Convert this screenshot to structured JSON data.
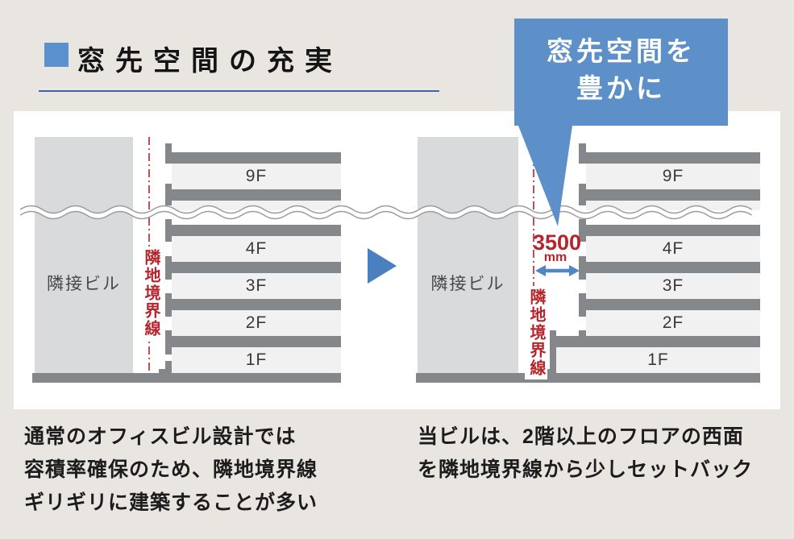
{
  "header": {
    "title": "窓先空間の充実"
  },
  "callout": {
    "line1": "窓先空間を",
    "line2": "豊かに"
  },
  "diagram_left": {
    "adjacent_building_label": "隣接ビル",
    "boundary_line_label": "隣地境界線",
    "floors": [
      "9F",
      "4F",
      "3F",
      "2F",
      "1F"
    ]
  },
  "diagram_right": {
    "adjacent_building_label": "隣接ビル",
    "boundary_line_label": "隣地境界線",
    "setback_value": "3500",
    "setback_unit": "mm",
    "floors": [
      "9F",
      "4F",
      "3F",
      "2F",
      "1F"
    ]
  },
  "captions": {
    "left_line1": "通常のオフィスビル設計では",
    "left_line2": "容積率確保のため、隣地境界線",
    "left_line3": "ギリギリに建築することが多い",
    "right_line1": "当ビルは、2階以上のフロアの西面",
    "right_line2": "を隣地境界線から少しセットバック"
  },
  "colors": {
    "accent_blue": "#5d8fc9",
    "boundary_red": "#b5252b",
    "slab_gray": "#85888b"
  }
}
